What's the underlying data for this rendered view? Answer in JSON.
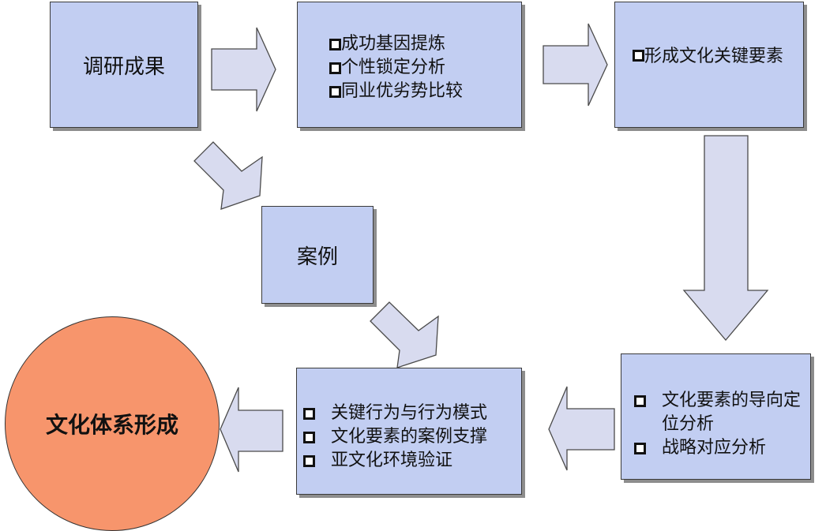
{
  "nodes": {
    "research": {
      "label": "调研成果"
    },
    "cases": {
      "label": "案例"
    },
    "analysis": {
      "items": [
        "成功基因提炼",
        "个性锁定分析",
        "同业优劣势比较"
      ]
    },
    "key_elements": {
      "item": "形成文化关键要素"
    },
    "positioning": {
      "items": [
        "文化要素的导向定位分析",
        "战略对应分析"
      ]
    },
    "validation": {
      "items": [
        "关键行为与行为模式",
        "文化要素的案例支撑",
        "亚文化环境验证"
      ]
    },
    "result": {
      "label": "文化体系形成"
    }
  },
  "colors": {
    "box_fill": "#c2cef2",
    "arrow_fill": "#d8dbef",
    "circle_fill": "#f7956c"
  }
}
